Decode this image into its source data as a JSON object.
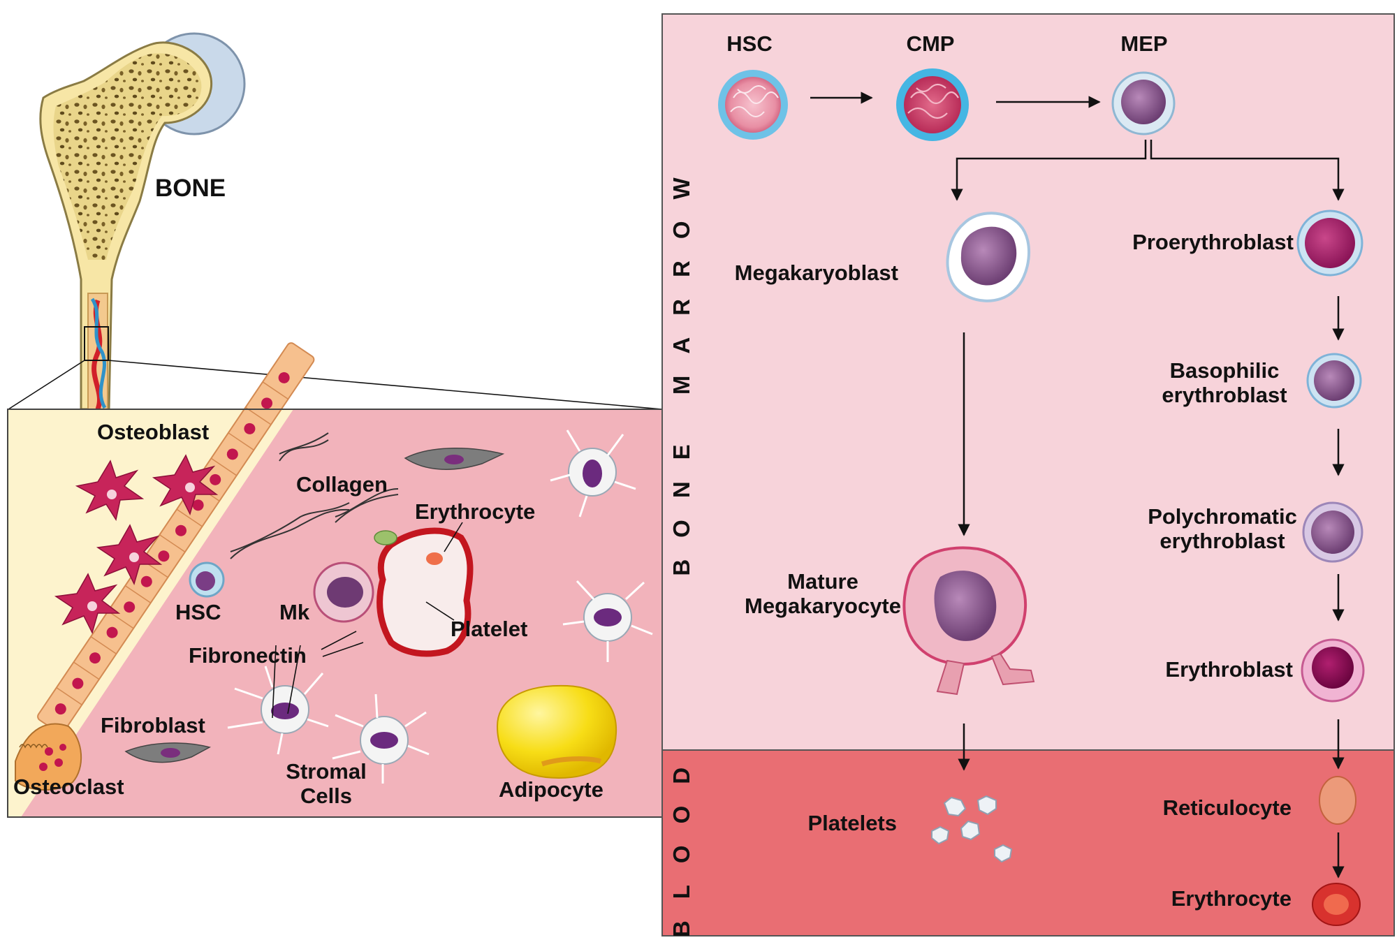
{
  "bone_panel": {
    "title": "BONE"
  },
  "niche_panel": {
    "labels": {
      "osteoblast": "Osteoblast",
      "collagen": "Collagen",
      "erythrocyte": "Erythrocyte",
      "hsc": "HSC",
      "mk": "Mk",
      "platelet": "Platelet",
      "fibronectin": "Fibronectin",
      "fibroblast": "Fibroblast",
      "osteoclast": "Osteoclast",
      "stromal": "Stromal\nCells",
      "adipocyte": "Adipocyte"
    }
  },
  "hierarchy_panel": {
    "regions": {
      "bone_marrow": "BONE MARROW",
      "blood": "BLOOD"
    },
    "top_row": [
      "HSC",
      "CMP",
      "MEP"
    ],
    "megakaryocyte_lineage": [
      "Megakaryoblast",
      "Mature\nMegakaryocyte",
      "Platelets"
    ],
    "erythroid_lineage": [
      "Proerythroblast",
      "Basophilic\nerythroblast",
      "Polychromatic\nerythroblast",
      "Erythroblast",
      "Reticulocyte",
      "Erythrocyte"
    ]
  },
  "colors": {
    "bone_marrow_bg": "#f7d3da",
    "blood_bg": "#e96e73",
    "niche_pink": "#f2b3bb",
    "niche_cream": "#fdf3cd",
    "bone": "#f7e6a6"
  }
}
